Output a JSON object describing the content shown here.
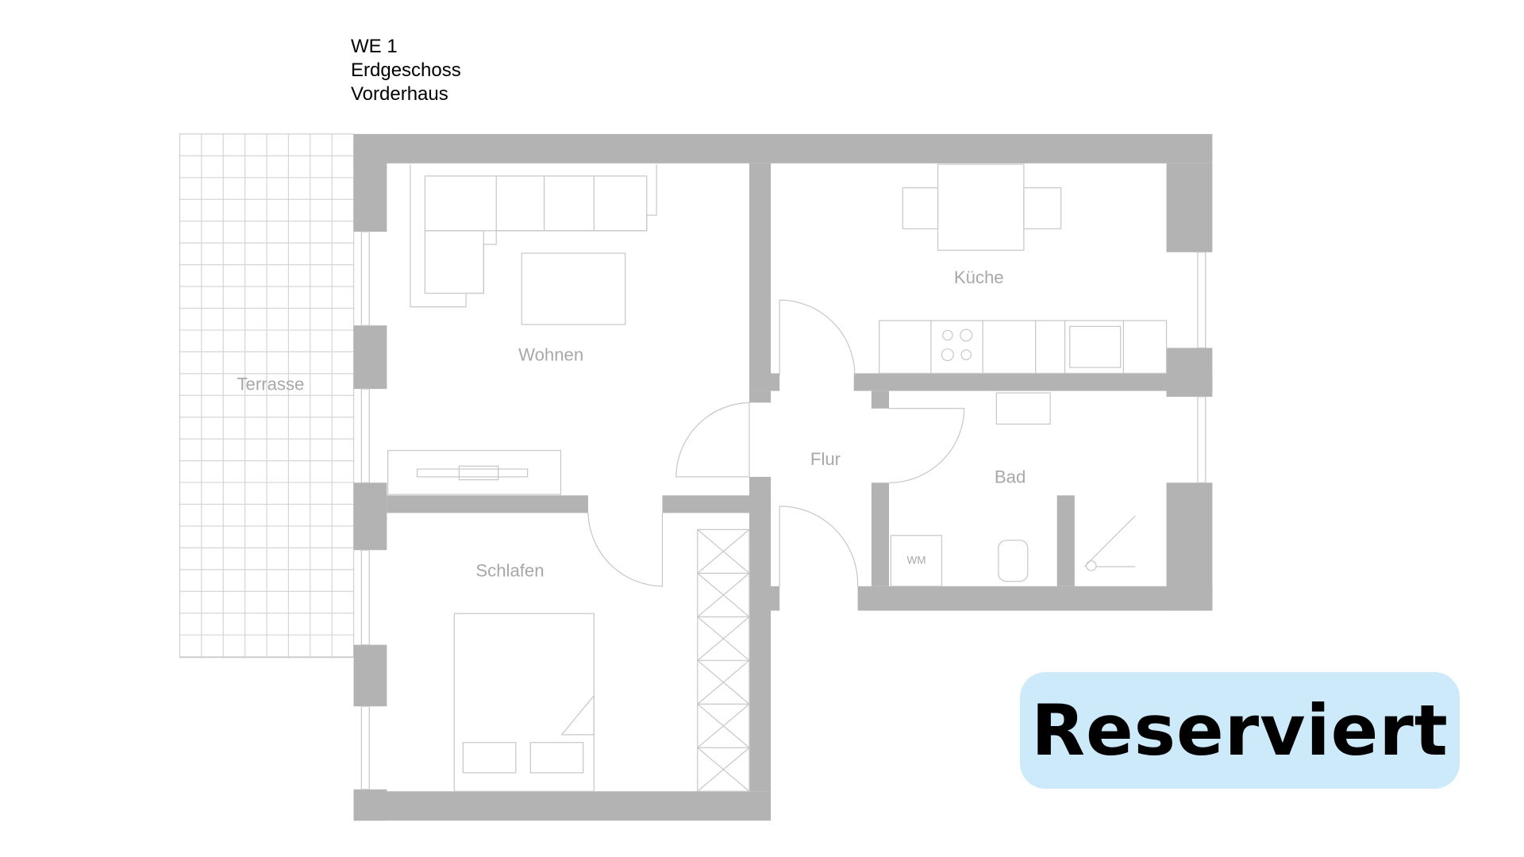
{
  "header": {
    "unit": "WE 1",
    "floor": "Erdgeschoss",
    "building": "Vorderhaus"
  },
  "rooms": {
    "terrace": "Terrasse",
    "living": "Wohnen",
    "kitchen": "Küche",
    "hall": "Flur",
    "bath": "Bad",
    "bedroom": "Schlafen",
    "washer": "WM"
  },
  "status": {
    "label": "Reserviert",
    "color": "#cdeafb"
  },
  "colors": {
    "wall": "#b3b3b3",
    "furniture": "#c8c8c8",
    "label": "#a8a8a8"
  }
}
